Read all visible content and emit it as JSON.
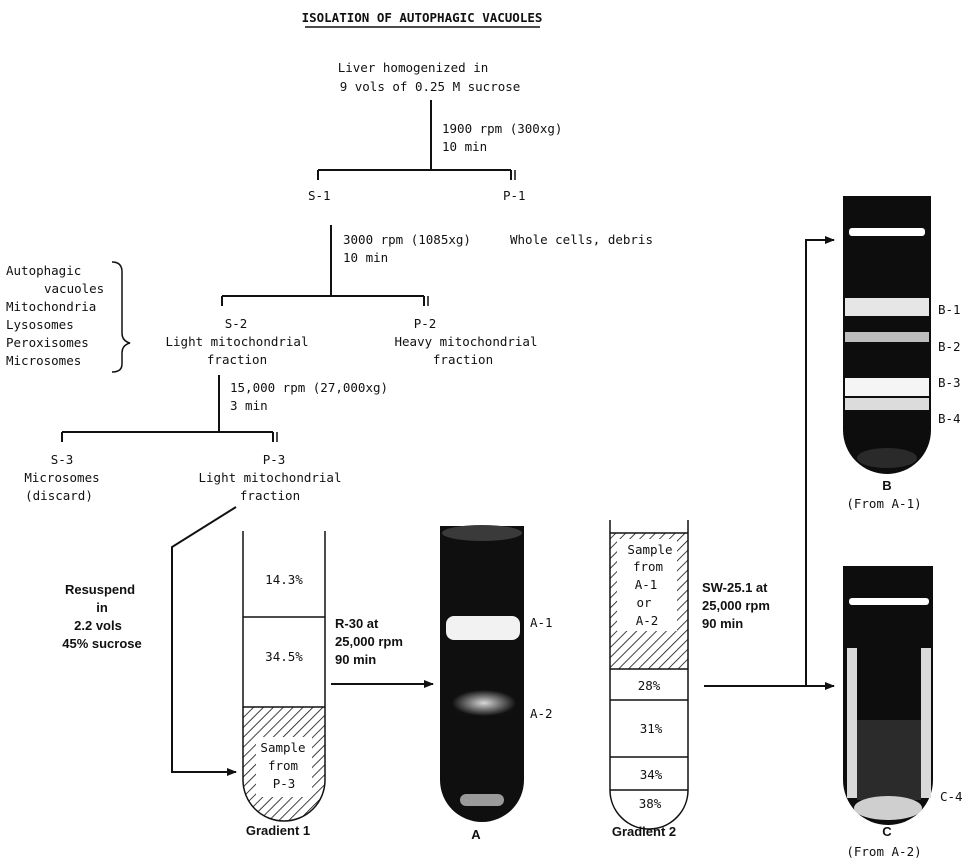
{
  "title": "ISOLATION OF AUTOPHAGIC VACUOLES",
  "start": {
    "line1": "Liver homogenized in",
    "line2": "9 vols of 0.25 M sucrose"
  },
  "step1": {
    "speed": "1900 rpm (300xg)",
    "time": "10 min"
  },
  "s1": "S-1",
  "p1": "P-1",
  "p1_desc": "Whole cells, debris",
  "step2": {
    "speed": "3000 rpm (1085xg)",
    "time": "10 min"
  },
  "components": [
    "Autophagic",
    "vacuoles",
    "Mitochondria",
    "Lysosomes",
    "Peroxisomes",
    "Microsomes"
  ],
  "s2": {
    "label": "S-2",
    "line1": "Light mitochondrial",
    "line2": "fraction"
  },
  "p2": {
    "label": "P-2",
    "line1": "Heavy mitochondrial",
    "line2": "fraction"
  },
  "step3": {
    "speed": "15,000 rpm (27,000xg)",
    "time": "3 min"
  },
  "s3": {
    "label": "S-3",
    "line1": "Microsomes",
    "line2": "(discard)"
  },
  "p3": {
    "label": "P-3",
    "line1": "Light mitochondrial",
    "line2": "fraction"
  },
  "resuspend": [
    "Resuspend",
    "in",
    "2.2 vols",
    "45% sucrose"
  ],
  "gradient1": {
    "name": "Gradient 1",
    "layers": [
      "14.3%",
      "34.5%"
    ],
    "sample": [
      "Sample",
      "from",
      "P-3"
    ]
  },
  "spin1": [
    "R-30 at",
    "25,000 rpm",
    "90 min"
  ],
  "tubeA": {
    "name": "A",
    "bands": [
      "A-1",
      "A-2"
    ]
  },
  "gradient2": {
    "name": "Gradient 2",
    "sample": [
      "Sample",
      "from",
      "A-1",
      "or",
      "A-2"
    ],
    "layers": [
      "28%",
      "31%",
      "34%",
      "38%"
    ]
  },
  "spin2": [
    "SW-25.1 at",
    "25,000 rpm",
    "90 min"
  ],
  "tubeB": {
    "name": "B",
    "source": "(From A-1)",
    "bands": [
      "B-1",
      "B-2",
      "B-3",
      "B-4"
    ]
  },
  "tubeC": {
    "name": "C",
    "source": "(From A-2)",
    "bands": [
      "C-4"
    ]
  }
}
